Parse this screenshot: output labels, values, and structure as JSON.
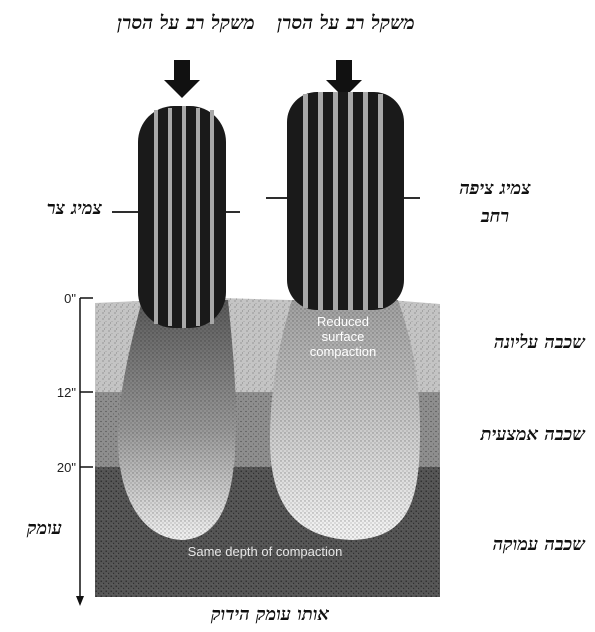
{
  "labels": {
    "load_left": "משקל רב על הסרן",
    "load_right": "משקל רב על הסרן",
    "narrow_tire": "צמיג צר",
    "wide_tire_line1": "צמיג ציפה",
    "wide_tire_line2": "רחב",
    "top_layer": "שכבה עליונה",
    "middle_layer": "שכבה אמצעית",
    "deep_layer": "שכבה עמוקה",
    "depth": "עומק",
    "same_depth_hebrew": "אותו עומק הידוק"
  },
  "diagram": {
    "depth_ticks": [
      "0\"",
      "12\"",
      "20\""
    ],
    "reduced_compaction": [
      "Reduced",
      "surface",
      "compaction"
    ],
    "same_depth": "Same depth of compaction"
  },
  "colors": {
    "tire": "#1a1a1a",
    "tread": "#a8a8a8",
    "top_soil": "#c4c4c4",
    "mid_soil": "#8e8e8e",
    "deep_soil": "#555555",
    "bulb_light": "#f2f2f2",
    "bulb_dark": "#5a5a5a"
  }
}
